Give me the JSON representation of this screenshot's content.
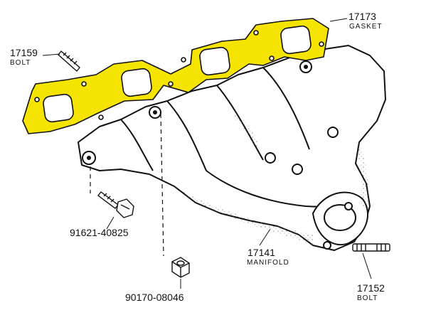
{
  "colors": {
    "gasket_fill": "#f5e400",
    "line": "#111111",
    "background": "#ffffff"
  },
  "parts": {
    "gasket": {
      "number": "17173",
      "name": "GASKET"
    },
    "bolt_stud": {
      "number": "17159",
      "name": "BOLT"
    },
    "bolt": {
      "number": "91621-40825"
    },
    "nut": {
      "number": "90170-08046"
    },
    "manifold": {
      "number": "17141",
      "name": "MANIFOLD"
    },
    "stud": {
      "number": "17152",
      "name": "BOLT"
    }
  }
}
